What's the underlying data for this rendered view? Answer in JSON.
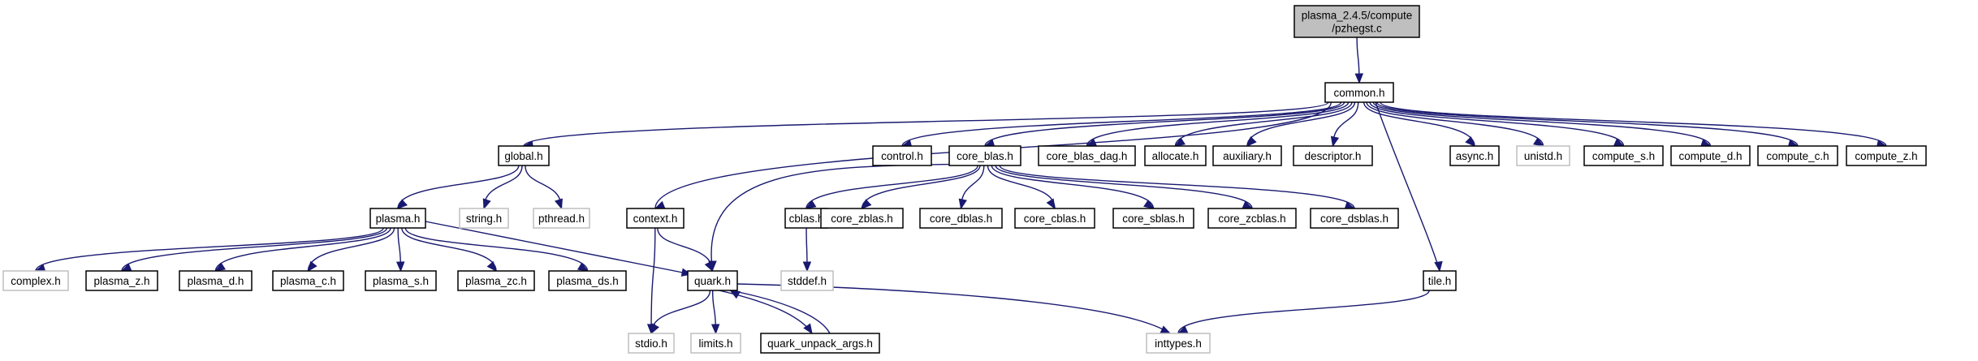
{
  "graph": {
    "nodes": [
      {
        "id": "root",
        "lines": [
          "plasma_2.4.5/compute",
          "/pzhegst.c"
        ],
        "style": "root"
      },
      {
        "id": "common",
        "lines": [
          "common.h"
        ],
        "style": "normal"
      },
      {
        "id": "global",
        "lines": [
          "global.h"
        ],
        "style": "normal"
      },
      {
        "id": "context",
        "lines": [
          "context.h"
        ],
        "style": "normal"
      },
      {
        "id": "control",
        "lines": [
          "control.h"
        ],
        "style": "normal"
      },
      {
        "id": "core_blas",
        "lines": [
          "core_blas.h"
        ],
        "style": "normal"
      },
      {
        "id": "core_blas_dag",
        "lines": [
          "core_blas_dag.h"
        ],
        "style": "normal"
      },
      {
        "id": "allocate",
        "lines": [
          "allocate.h"
        ],
        "style": "normal"
      },
      {
        "id": "auxiliary",
        "lines": [
          "auxiliary.h"
        ],
        "style": "normal"
      },
      {
        "id": "descriptor",
        "lines": [
          "descriptor.h"
        ],
        "style": "normal"
      },
      {
        "id": "tile",
        "lines": [
          "tile.h"
        ],
        "style": "normal"
      },
      {
        "id": "async",
        "lines": [
          "async.h"
        ],
        "style": "normal"
      },
      {
        "id": "unistd",
        "lines": [
          "unistd.h"
        ],
        "style": "gray"
      },
      {
        "id": "compute_s",
        "lines": [
          "compute_s.h"
        ],
        "style": "normal"
      },
      {
        "id": "compute_d",
        "lines": [
          "compute_d.h"
        ],
        "style": "normal"
      },
      {
        "id": "compute_c",
        "lines": [
          "compute_c.h"
        ],
        "style": "normal"
      },
      {
        "id": "compute_z",
        "lines": [
          "compute_z.h"
        ],
        "style": "normal"
      },
      {
        "id": "plasma",
        "lines": [
          "plasma.h"
        ],
        "style": "normal"
      },
      {
        "id": "string",
        "lines": [
          "string.h"
        ],
        "style": "gray"
      },
      {
        "id": "pthread",
        "lines": [
          "pthread.h"
        ],
        "style": "gray"
      },
      {
        "id": "complex",
        "lines": [
          "complex.h"
        ],
        "style": "gray"
      },
      {
        "id": "plasma_z",
        "lines": [
          "plasma_z.h"
        ],
        "style": "normal"
      },
      {
        "id": "plasma_d",
        "lines": [
          "plasma_d.h"
        ],
        "style": "normal"
      },
      {
        "id": "plasma_c",
        "lines": [
          "plasma_c.h"
        ],
        "style": "normal"
      },
      {
        "id": "plasma_s",
        "lines": [
          "plasma_s.h"
        ],
        "style": "normal"
      },
      {
        "id": "plasma_zc",
        "lines": [
          "plasma_zc.h"
        ],
        "style": "normal"
      },
      {
        "id": "plasma_ds",
        "lines": [
          "plasma_ds.h"
        ],
        "style": "normal"
      },
      {
        "id": "quark",
        "lines": [
          "quark.h"
        ],
        "style": "normal"
      },
      {
        "id": "stdio",
        "lines": [
          "stdio.h"
        ],
        "style": "gray"
      },
      {
        "id": "limits",
        "lines": [
          "limits.h"
        ],
        "style": "gray"
      },
      {
        "id": "quark_unpack",
        "lines": [
          "quark_unpack_args.h"
        ],
        "style": "normal"
      },
      {
        "id": "cblas",
        "lines": [
          "cblas.h"
        ],
        "style": "normal"
      },
      {
        "id": "stddef",
        "lines": [
          "stddef.h"
        ],
        "style": "gray"
      },
      {
        "id": "core_zblas",
        "lines": [
          "core_zblas.h"
        ],
        "style": "normal"
      },
      {
        "id": "core_dblas",
        "lines": [
          "core_dblas.h"
        ],
        "style": "normal"
      },
      {
        "id": "core_cblas",
        "lines": [
          "core_cblas.h"
        ],
        "style": "normal"
      },
      {
        "id": "core_sblas",
        "lines": [
          "core_sblas.h"
        ],
        "style": "normal"
      },
      {
        "id": "core_zcblas",
        "lines": [
          "core_zcblas.h"
        ],
        "style": "normal"
      },
      {
        "id": "core_dsblas",
        "lines": [
          "core_dsblas.h"
        ],
        "style": "normal"
      },
      {
        "id": "inttypes",
        "lines": [
          "inttypes.h"
        ],
        "style": "gray"
      }
    ],
    "edges": [
      [
        "root",
        "common"
      ],
      [
        "common",
        "global"
      ],
      [
        "common",
        "context"
      ],
      [
        "common",
        "control"
      ],
      [
        "common",
        "core_blas"
      ],
      [
        "common",
        "core_blas_dag"
      ],
      [
        "common",
        "allocate"
      ],
      [
        "common",
        "auxiliary"
      ],
      [
        "common",
        "descriptor"
      ],
      [
        "common",
        "tile"
      ],
      [
        "common",
        "async"
      ],
      [
        "common",
        "unistd"
      ],
      [
        "common",
        "compute_s"
      ],
      [
        "common",
        "compute_d"
      ],
      [
        "common",
        "compute_c"
      ],
      [
        "common",
        "compute_z"
      ],
      [
        "global",
        "plasma"
      ],
      [
        "global",
        "string"
      ],
      [
        "global",
        "pthread"
      ],
      [
        "plasma",
        "complex"
      ],
      [
        "plasma",
        "plasma_z"
      ],
      [
        "plasma",
        "plasma_d"
      ],
      [
        "plasma",
        "plasma_c"
      ],
      [
        "plasma",
        "plasma_s"
      ],
      [
        "plasma",
        "plasma_zc"
      ],
      [
        "plasma",
        "plasma_ds"
      ],
      [
        "plasma",
        "quark"
      ],
      [
        "context",
        "stdio"
      ],
      [
        "context",
        "quark"
      ],
      [
        "core_blas",
        "quark"
      ],
      [
        "core_blas",
        "cblas"
      ],
      [
        "core_blas",
        "core_zblas"
      ],
      [
        "core_blas",
        "core_dblas"
      ],
      [
        "core_blas",
        "core_cblas"
      ],
      [
        "core_blas",
        "core_sblas"
      ],
      [
        "core_blas",
        "core_zcblas"
      ],
      [
        "core_blas",
        "core_dsblas"
      ],
      [
        "cblas",
        "stddef"
      ],
      [
        "quark",
        "stdio"
      ],
      [
        "quark",
        "limits"
      ],
      [
        "quark",
        "quark_unpack"
      ],
      [
        "quark",
        "inttypes"
      ],
      [
        "quark_unpack",
        "quark"
      ],
      [
        "tile",
        "inttypes"
      ]
    ],
    "colors": {
      "root_fill": "#bfbfbf",
      "node_border": "#000000",
      "gray_border": "#bfbfbf",
      "edge": "#191970"
    }
  }
}
